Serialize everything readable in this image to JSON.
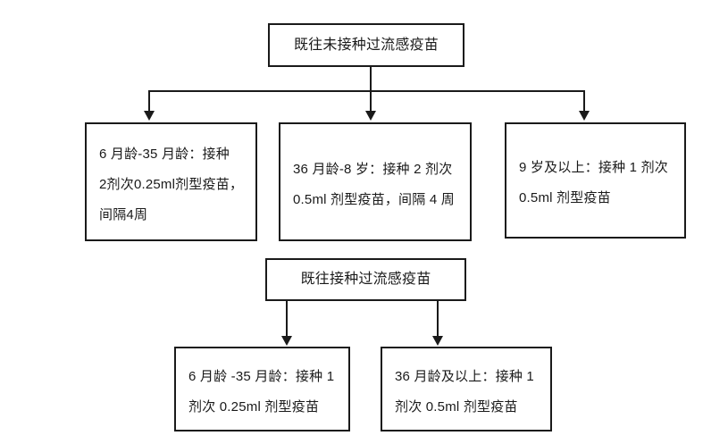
{
  "diagram": {
    "title_text": "",
    "stroke_color": "#1a1a1a",
    "background_color": "#ffffff",
    "nodes": {
      "root_unvaccinated": "既往未接种过流感疫苗",
      "branch_6m_35m": {
        "line1": "6 月龄-35 月龄：接种",
        "line2": "2剂次0.25ml剂型疫苗，",
        "line3": "间隔4周"
      },
      "branch_36m_8y": {
        "line1": "36 月龄-8 岁：接种 2 剂次",
        "line2": "0.5ml 剂型疫苗，间隔 4 周"
      },
      "branch_9y_plus": {
        "line1": "9 岁及以上：接种 1 剂次",
        "line2": "0.5ml 剂型疫苗"
      },
      "root_vaccinated": "既往接种过流感疫苗",
      "prev_6m_35m": {
        "line1": "6 月龄 -35 月龄：接种 1",
        "line2": "剂次 0.25ml 剂型疫苗"
      },
      "prev_36m_plus": {
        "line1": "36 月龄及以上：接种 1",
        "line2": "剂次 0.5ml 剂型疫苗"
      }
    },
    "connectors": {
      "bus_label": "",
      "arrow_down_icon": "arrow-down"
    }
  }
}
